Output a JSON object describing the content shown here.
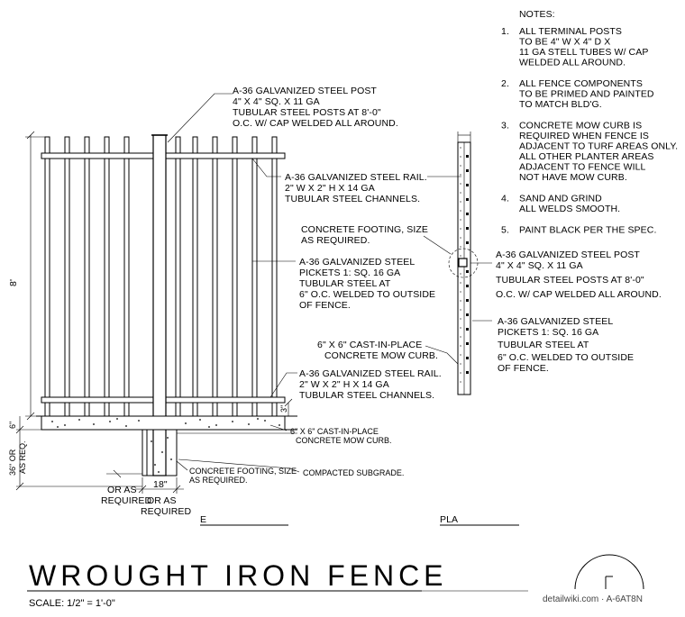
{
  "notes": {
    "heading": "NOTES:",
    "items": [
      {
        "num": "1.",
        "lines": [
          "ALL TERMINAL POSTS",
          "TO BE 4\" W X 4\" D X",
          "11 GA STELL TUBES W/ CAP",
          "WELDED ALL AROUND."
        ]
      },
      {
        "num": "2.",
        "lines": [
          "ALL FENCE COMPONENTS",
          "TO BE PRIMED AND PAINTED",
          "TO MATCH BLD'G."
        ]
      },
      {
        "num": "3.",
        "lines": [
          "CONCRETE MOW CURB IS",
          "REQUIRED WHEN FENCE IS",
          "ADJACENT TO TURF AREAS ONLY.",
          "ALL OTHER PLANTER AREAS",
          "ADJACENT TO FENCE WILL",
          "NOT HAVE MOW CURB."
        ]
      },
      {
        "num": "4.",
        "lines": [
          "SAND AND GRIND",
          "ALL WELDS SMOOTH."
        ]
      },
      {
        "num": "5.",
        "lines": [
          "PAINT BLACK PER THE SPEC."
        ]
      }
    ]
  },
  "elevation_labels": {
    "post": [
      "A-36 GALVANIZED STEEL POST",
      "4\" X 4\" SQ. X 11 GA",
      "TUBULAR STEEL POSTS AT 8'-0\"",
      "O.C. W/ CAP WELDED ALL AROUND."
    ],
    "rail_top": [
      "A-36 GALVANIZED STEEL RAIL.",
      "2\" W X 2\" H X 14 GA",
      "TUBULAR STEEL CHANNELS."
    ],
    "pickets": [
      "A-36 GALVANIZED STEEL",
      "PICKETS 1: SQ. 16 GA",
      "TUBULAR STEEL AT",
      "6\" O.C. WELDED TO OUTSIDE",
      "OF FENCE."
    ],
    "rail_bottom": [
      "A-36 GALVANIZED STEEL RAIL.",
      "2\" W X 2\" H X 14 GA",
      "TUBULAR STEEL CHANNELS."
    ],
    "mow_curb": [
      "6\" X 6\" CAST-IN-PLACE",
      "CONCRETE MOW CURB."
    ],
    "footing": [
      "CONCRETE FOOTING, SIZE",
      "AS REQUIRED."
    ],
    "subgrade": "COMPACTED SUBGRADE."
  },
  "plan_labels": {
    "footing": [
      "CONCRETE FOOTING, SIZE",
      "AS REQUIRED."
    ],
    "post": [
      "A-36 GALVANIZED STEEL POST",
      "4\" X 4\" SQ. X 11 GA",
      "TUBULAR STEEL POSTS AT 8'-0\"",
      "O.C. W/ CAP WELDED ALL AROUND."
    ],
    "mow_curb": [
      "6\" X 6\" CAST-IN-PLACE",
      "CONCRETE MOW CURB."
    ],
    "pickets": [
      "A-36 GALVANIZED STEEL",
      "PICKETS 1: SQ. 16 GA",
      "TUBULAR STEEL AT",
      "6\" O.C. WELDED TO OUTSIDE",
      "OF FENCE."
    ]
  },
  "dimensions": {
    "height": "8'",
    "curb": "6\"",
    "depth": [
      "36\" OR",
      "AS REQ."
    ],
    "width": "18\"",
    "or_required_left": [
      "OR AS",
      "REQUIRED"
    ],
    "or_required_right": [
      "OR AS",
      "REQUIRED"
    ],
    "small": "3\""
  },
  "view_titles": {
    "elevation": "E",
    "plan": "PLA"
  },
  "title_block": {
    "title": "WROUGHT IRON FENCE",
    "scale": "SCALE: 1/2\" = 1'-0\"",
    "credit": "detailwiki.com · A-6AT8N"
  }
}
